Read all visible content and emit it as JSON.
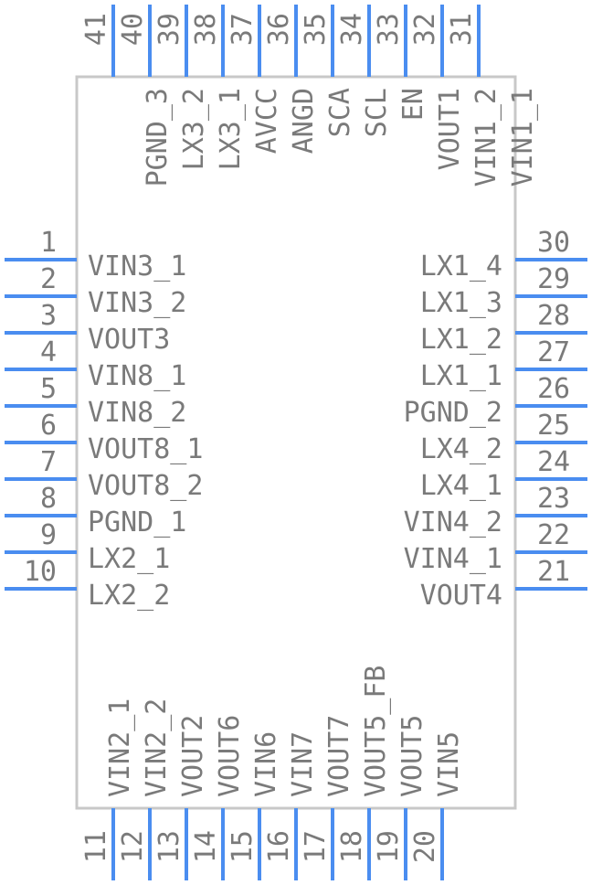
{
  "colors": {
    "pin": "#4a8df0",
    "body": "#c8c8c8",
    "text": "#7a7a7a"
  },
  "pins": {
    "left": [
      {
        "num": "1",
        "label": "VIN3_1"
      },
      {
        "num": "2",
        "label": "VIN3_2"
      },
      {
        "num": "3",
        "label": "VOUT3"
      },
      {
        "num": "4",
        "label": "VIN8_1"
      },
      {
        "num": "5",
        "label": "VIN8_2"
      },
      {
        "num": "6",
        "label": "VOUT8_1"
      },
      {
        "num": "7",
        "label": "VOUT8_2"
      },
      {
        "num": "8",
        "label": "PGND_1"
      },
      {
        "num": "9",
        "label": "LX2_1"
      },
      {
        "num": "10",
        "label": "LX2_2"
      }
    ],
    "right": [
      {
        "num": "30",
        "label": "LX1_4"
      },
      {
        "num": "29",
        "label": "LX1_3"
      },
      {
        "num": "28",
        "label": "LX1_2"
      },
      {
        "num": "27",
        "label": "LX1_1"
      },
      {
        "num": "26",
        "label": "PGND_2"
      },
      {
        "num": "25",
        "label": "LX4_2"
      },
      {
        "num": "24",
        "label": "LX4_1"
      },
      {
        "num": "23",
        "label": "VIN4_2"
      },
      {
        "num": "22",
        "label": "VIN4_1"
      },
      {
        "num": "21",
        "label": "VOUT4"
      }
    ],
    "top": [
      {
        "num": "41",
        "label": ""
      },
      {
        "num": "40",
        "label": "PGND_3"
      },
      {
        "num": "39",
        "label": "LX3_2"
      },
      {
        "num": "38",
        "label": "LX3_1"
      },
      {
        "num": "37",
        "label": "AVCC"
      },
      {
        "num": "36",
        "label": "ANGD"
      },
      {
        "num": "35",
        "label": "SCA"
      },
      {
        "num": "34",
        "label": "SCL"
      },
      {
        "num": "33",
        "label": "EN"
      },
      {
        "num": "32",
        "label": "VOUT1"
      },
      {
        "num": "31",
        "label": "VIN1_2"
      },
      {
        "num": "",
        "label": "VIN1_1"
      }
    ],
    "bottom": [
      {
        "num": "11",
        "label": "VIN2_1"
      },
      {
        "num": "12",
        "label": "VIN2_2"
      },
      {
        "num": "13",
        "label": "VOUT2"
      },
      {
        "num": "14",
        "label": "VOUT6"
      },
      {
        "num": "15",
        "label": "VIN6"
      },
      {
        "num": "16",
        "label": "VIN7"
      },
      {
        "num": "17",
        "label": "VOUT7"
      },
      {
        "num": "18",
        "label": "VOUT5_FB"
      },
      {
        "num": "19",
        "label": "VOUT5"
      },
      {
        "num": "20",
        "label": "VIN5"
      }
    ]
  }
}
